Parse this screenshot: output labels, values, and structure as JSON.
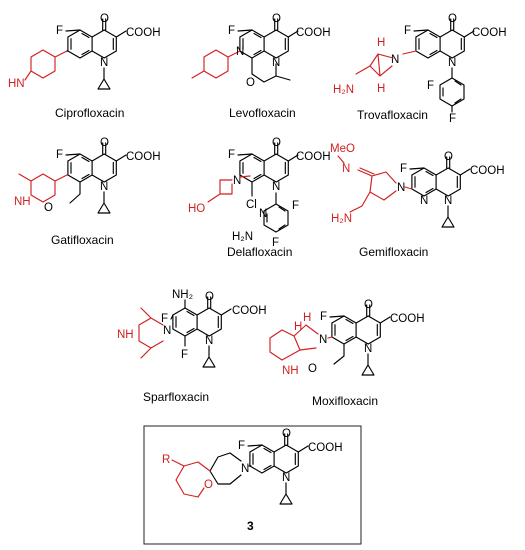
{
  "figure": {
    "compounds": [
      {
        "id": "cipro",
        "name": "Ciprofloxacin"
      },
      {
        "id": "levo",
        "name": "Levofloxacin"
      },
      {
        "id": "trova",
        "name": "Trovafloxacin"
      },
      {
        "id": "gati",
        "name": "Gatifloxacin"
      },
      {
        "id": "dela",
        "name": "Delafloxacin"
      },
      {
        "id": "gemi",
        "name": "Gemifloxacin"
      },
      {
        "id": "sparfl",
        "name": "Sparfloxacin"
      },
      {
        "id": "moxi",
        "name": "Moxifloxacin"
      },
      {
        "id": "cmpd3",
        "name": "3"
      }
    ],
    "atoms": {
      "F": "F",
      "O": "O",
      "N": "N",
      "COOH": "COOH",
      "HN": "HN",
      "NH": "NH",
      "H2N": "H₂N",
      "NH2": "NH₂",
      "Cl": "Cl",
      "HO": "HO",
      "MeO": "MeO",
      "R": "R",
      "H": "H",
      "N_oxime": "N"
    },
    "colors": {
      "highlight": "#d21f1f",
      "bond": "#000000"
    }
  }
}
